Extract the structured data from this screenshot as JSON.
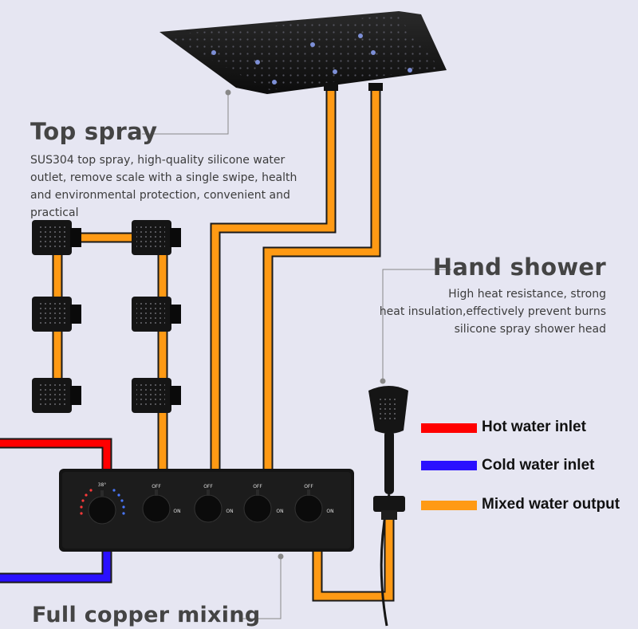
{
  "top_spray": {
    "title": "Top spray",
    "description_lines": [
      "SUS304 top spray, high-quality silicone water",
      "outlet, remove scale with a single swipe, health",
      "and environmental protection, convenient and practical"
    ]
  },
  "hand_shower": {
    "title": "Hand shower",
    "description_lines": [
      "High heat resistance, strong",
      "heat insulation,effectively prevent burns",
      "silicone spray shower head"
    ]
  },
  "legend": {
    "hot": {
      "label": "Hot water inlet",
      "color": "#ff0000"
    },
    "cold": {
      "label": "Cold water inlet",
      "color": "#2a10ff"
    },
    "mixed": {
      "label": "Mixed water output",
      "color": "#ff9a14"
    }
  },
  "mixer": {
    "title": "Full copper mixing",
    "temperature_label": "38°",
    "valve_off_label": "OFF",
    "valve_on_label": "ON"
  },
  "colors": {
    "background": "#e6e6f2",
    "fixture": "#151515",
    "pipe_outline": "#1a1a1a"
  }
}
